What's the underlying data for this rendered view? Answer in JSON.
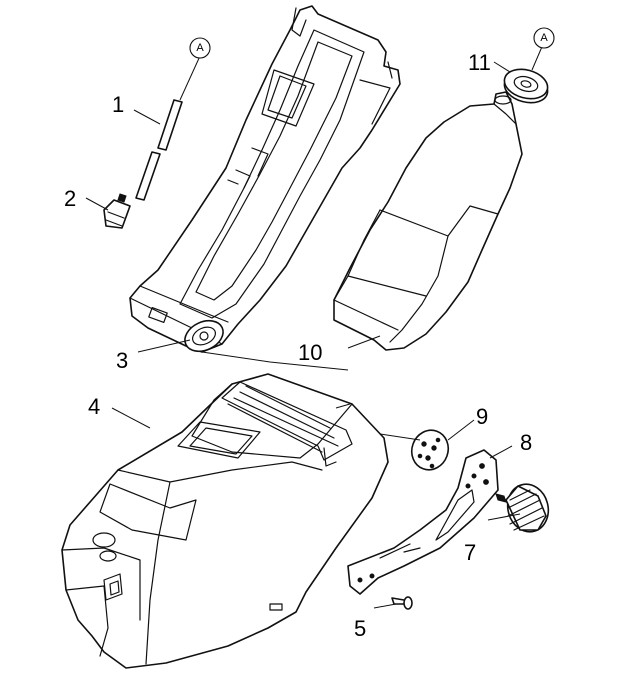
{
  "diagram": {
    "type": "exploded-parts-view",
    "callouts": [
      {
        "id": "1",
        "label": "1"
      },
      {
        "id": "2",
        "label": "2"
      },
      {
        "id": "3",
        "label": "3"
      },
      {
        "id": "4",
        "label": "4"
      },
      {
        "id": "5",
        "label": "5"
      },
      {
        "id": "7",
        "label": "7"
      },
      {
        "id": "8",
        "label": "8"
      },
      {
        "id": "9",
        "label": "9"
      },
      {
        "id": "10",
        "label": "10"
      },
      {
        "id": "11",
        "label": "11"
      }
    ],
    "reference_markers": [
      {
        "id": "A-left",
        "letter": "A"
      },
      {
        "id": "A-right",
        "letter": "A"
      }
    ]
  }
}
